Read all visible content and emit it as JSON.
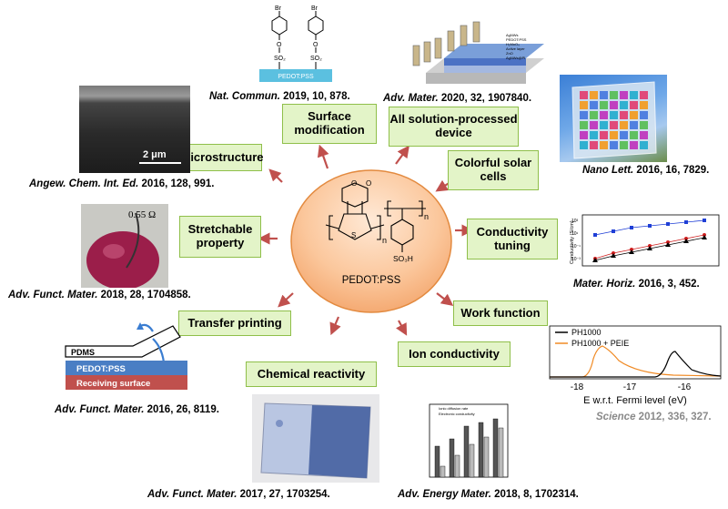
{
  "center": {
    "label": "PEDOT:PSS",
    "subscript_n1": "n",
    "subscript_n2": "n",
    "so3h": "SO₃H"
  },
  "boxes": {
    "surface_modification": "Surface modification",
    "all_solution": "All solution-processed device",
    "colorful": "Colorful solar cells",
    "microstructure": "Microstructure",
    "stretchable": "Stretchable property",
    "conductivity": "Conductivity tuning",
    "work_function": "Work function",
    "transfer_printing": "Transfer printing",
    "ion_conductivity": "Ion conductivity",
    "chemical_reactivity": "Chemical reactivity"
  },
  "refs": {
    "nat_commun": {
      "journal": "Nat. Commun.",
      "rest": " 2019, 10, 878."
    },
    "adv_mater": {
      "journal": "Adv. Mater.",
      "rest": " 2020, 32, 1907840."
    },
    "nano_lett": {
      "journal": "Nano Lett.",
      "rest": " 2016, 16, 7829."
    },
    "angew": {
      "journal": "Angew. Chem. Int. Ed.",
      "rest": " 2016, 128, 991."
    },
    "afm_2018": {
      "journal": "Adv. Funct. Mater.",
      "rest": " 2018, 28, 1704858."
    },
    "mater_horiz": {
      "journal": "Mater. Horiz.",
      "rest": " 2016, 3, 452."
    },
    "science": {
      "journal": "Science",
      "rest": " 2012, 336, 327."
    },
    "afm_2016": {
      "journal": "Adv. Funct. Mater.",
      "rest": " 2016, 26, 8119."
    },
    "afm_2017": {
      "journal": "Adv. Funct. Mater.",
      "rest": " 2017, 27, 1703254."
    },
    "aem": {
      "journal": "Adv. Energy Mater.",
      "rest": " 2018, 8, 1702314."
    }
  },
  "surface_image": {
    "br1": "Br",
    "br2": "Br",
    "o1": "O",
    "o2": "O",
    "so2_1": "SO₂",
    "so2_2": "SO₂",
    "bar": "PEDOT:PSS"
  },
  "sem_image": {
    "scale": "2 μm"
  },
  "balloon_image": {
    "resistance": "0.55 Ω"
  },
  "device_image": {
    "layers": [
      "AgNWs",
      "PEDOT:PSS",
      "H₂MoO₄",
      "Active layer",
      "ZnO",
      "AgNWs@PI"
    ]
  },
  "conductivity_chart": {
    "ylabel": "Conductivity (S/cm)",
    "ticks": [
      "10³",
      "10¹",
      "10⁻¹",
      "10⁻³"
    ]
  },
  "work_function_chart": {
    "legend": [
      "PH1000",
      "PH1000 + PEIE"
    ],
    "xticks": [
      "-18",
      "-17",
      "-16"
    ],
    "xlabel": "E w.r.t. Fermi level (eV)",
    "colors": {
      "ph1000": "#000000",
      "peie": "#f08a24"
    }
  },
  "transfer_diagram": {
    "pdms": "PDMS",
    "pedot": "PEDOT:PSS",
    "receiving": "Receiving surface"
  },
  "ion_chart": {
    "legend1": "Ionic diffusion rate",
    "legend2": "Electronic conductivity"
  }
}
